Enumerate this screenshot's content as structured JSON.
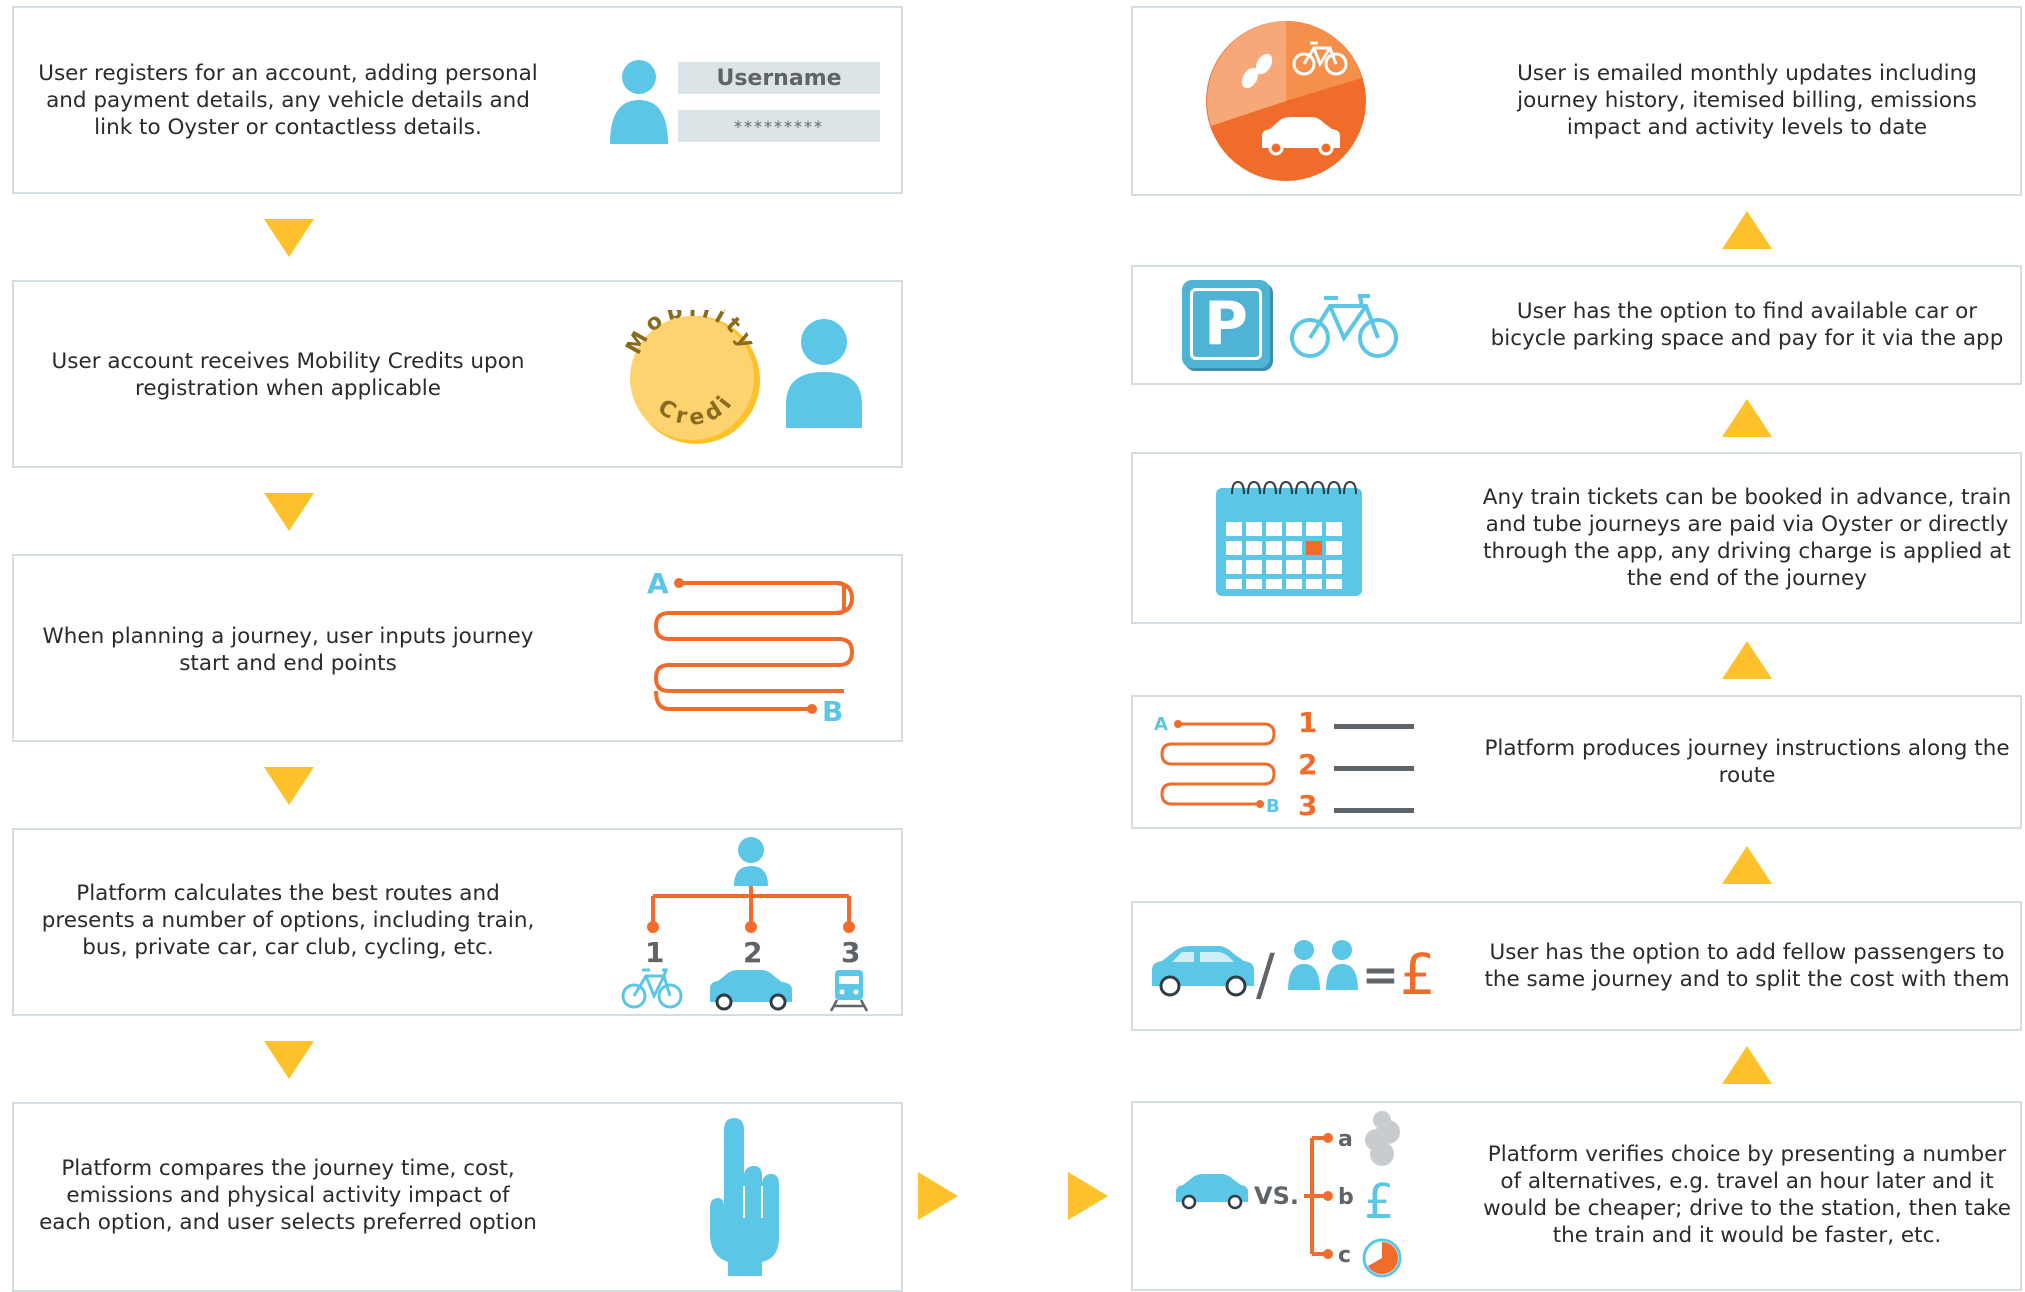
{
  "left": {
    "step1": {
      "text": "User registers for an account, adding personal and payment details, any vehicle details and link to Oyster or contactless details.",
      "username_label": "Username",
      "password_mask": "*********"
    },
    "step2": {
      "text": "User account receives Mobility Credits upon registration when applicable",
      "coin_top": "Mobility",
      "coin_bottom": "Credit"
    },
    "step3": {
      "text": "When planning a journey, user inputs journey start and end points",
      "point_a": "A",
      "point_b": "B"
    },
    "step4": {
      "text": "Platform calculates the best routes and presents a number of options, including train, bus, private car, car club, cycling, etc.",
      "options": [
        "1",
        "2",
        "3"
      ]
    },
    "step5": {
      "text": "Platform compares the journey time, cost, emissions and physical activity impact of each option, and user selects preferred option"
    }
  },
  "right": {
    "step6": {
      "text": "Platform verifies choice by presenting a number of alternatives, e.g. travel an hour later and it would be cheaper; drive to the station, then take the train and it would be faster, etc.",
      "vs_label": "VS.",
      "alternatives": [
        "a",
        "b",
        "c"
      ],
      "pound": "£"
    },
    "step7": {
      "text": "User has the option to add fellow passengers to the same journey and to split the cost with them",
      "slash": "/",
      "equals": "=",
      "pound": "£"
    },
    "step8": {
      "text": "Platform produces journey instructions along the route",
      "point_a": "A",
      "point_b": "B",
      "numbers": [
        "1",
        "2",
        "3"
      ]
    },
    "step9": {
      "text": "Any train tickets can be booked in advance, train and tube journeys are paid via Oyster or directly through the app, any driving charge is applied at the end of the journey"
    },
    "step10": {
      "text": "User has the option to find available car or bicycle parking space and pay for it via the app",
      "parking_letter": "P"
    },
    "step11": {
      "text": "User is emailed monthly updates including journey history, itemised billing, emissions impact and activity levels to date"
    }
  },
  "colors": {
    "blue": "#5bc6e6",
    "orange": "#ef6c2a",
    "yellow": "#fcc12b",
    "coin": "#fdd36f",
    "grey_text": "#5f6469",
    "field_bg": "#dde4e8",
    "border": "#d4dde2"
  }
}
